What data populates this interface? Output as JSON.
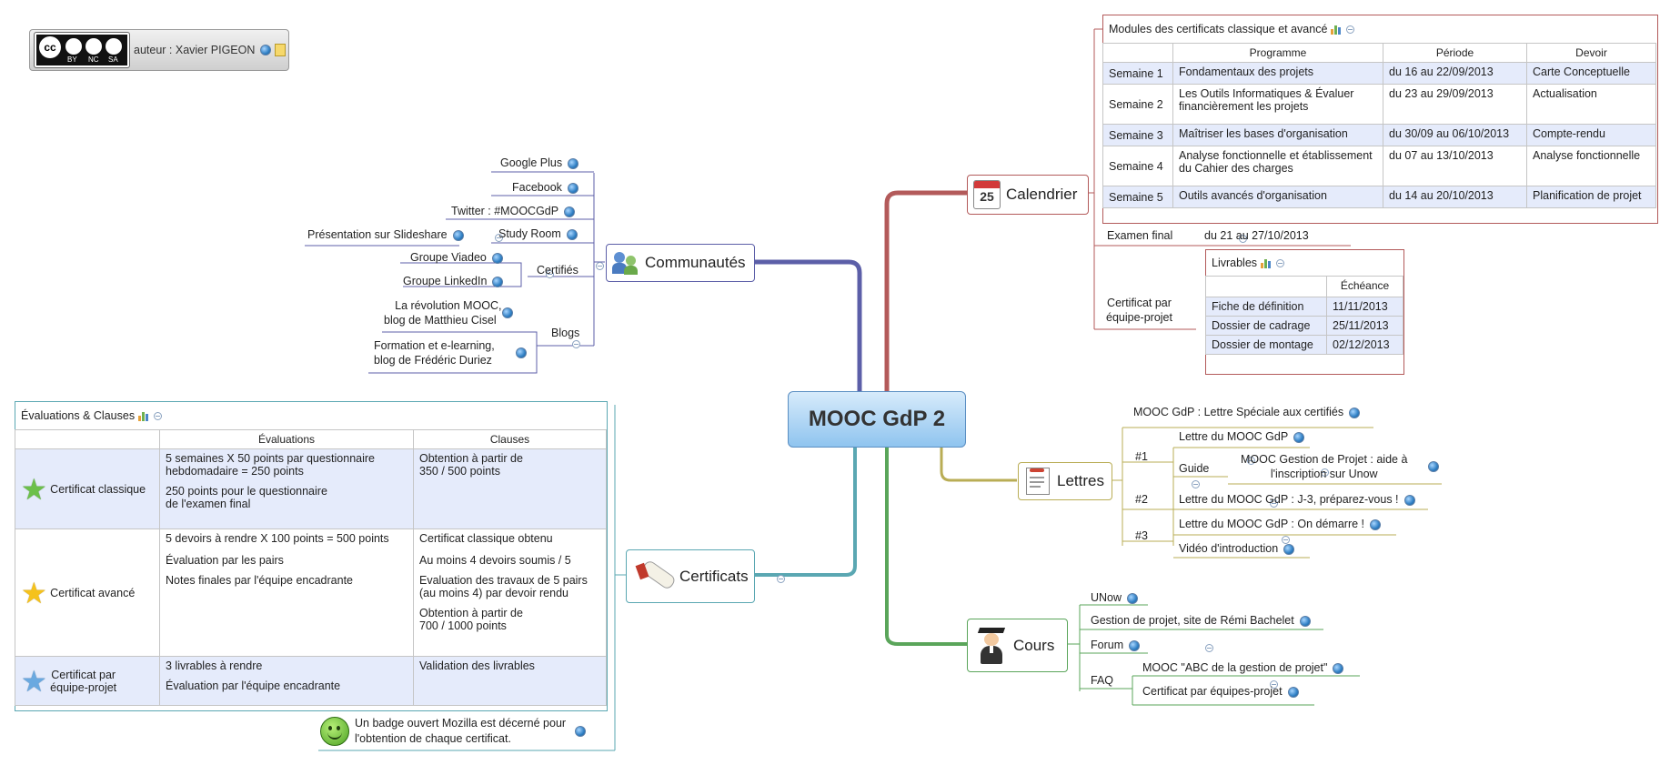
{
  "license": {
    "cc_text": "cc",
    "author": "auteur : Xavier PIGEON",
    "tags": [
      "BY",
      "NC",
      "SA"
    ]
  },
  "central": "MOOC GdP 2",
  "communautes": {
    "title": "Communautés",
    "google_plus": "Google Plus",
    "facebook": "Facebook",
    "twitter": "Twitter : #MOOCGdP",
    "slideshare": "Présentation sur Slideshare",
    "study_room": "Study Room",
    "groupe_viadeo": "Groupe Viadeo",
    "certifies": "Certifiés",
    "groupe_linkedin": "Groupe LinkedIn",
    "blog1_line1": "La révolution MOOC,",
    "blog1_line2": "blog de Matthieu Cisel",
    "blogs": "Blogs",
    "blog2_line1": "Formation et e-learning,",
    "blog2_line2": "blog de Frédéric Duriez"
  },
  "calendrier": {
    "title": "Calendrier",
    "icon_day": "25",
    "table_title": "Modules des certificats classique et avancé",
    "headers": [
      "",
      "Programme",
      "Période",
      "Devoir"
    ],
    "rows": [
      [
        "Semaine 1",
        "Fondamentaux des projets",
        "du 16 au 22/09/2013",
        "Carte Conceptuelle"
      ],
      [
        "Semaine 2",
        "Les Outils Informatiques & Évaluer financièrement les projets",
        "du 23 au 29/09/2013",
        "Actualisation"
      ],
      [
        "Semaine 3",
        "Maîtriser les bases d'organisation",
        "du 30/09 au 06/10/2013",
        "Compte-rendu"
      ],
      [
        "Semaine 4",
        "Analyse fonctionnelle et établissement du Cahier des charges",
        "du 07 au 13/10/2013",
        "Analyse fonctionnelle"
      ],
      [
        "Semaine 5",
        "Outils avancés d'organisation",
        "du 14 au 20/10/2013",
        "Planification de projet"
      ]
    ],
    "examen_label": "Examen final",
    "examen_date": "du 21 au 27/10/2013",
    "certificat_line1": "Certificat par",
    "certificat_line2": "équipe-projet",
    "livrables_title": "Livrables",
    "livrables_header": "Échéance",
    "livrables": [
      [
        "Fiche de définition",
        "11/11/2013"
      ],
      [
        "Dossier de cadrage",
        "25/11/2013"
      ],
      [
        "Dossier de montage",
        "02/12/2013"
      ]
    ]
  },
  "lettres": {
    "title": "Lettres",
    "speciale": "MOOC GdP : Lettre Spéciale aux certifiés",
    "n1": "#1",
    "lettre_du_mooc": "Lettre du MOOC GdP",
    "guide": "Guide",
    "guide_text_line1": "MOOC Gestion de Projet : aide à",
    "guide_text_line2": "l'inscription sur Unow",
    "n2": "#2",
    "lettre_j3": "Lettre du MOOC GdP : J-3, préparez-vous !",
    "n3": "#3",
    "lettre_demarre": "Lettre du MOOC GdP : On démarre !",
    "video": "Vidéo d'introduction"
  },
  "cours": {
    "title": "Cours",
    "unow": "UNow",
    "gestion": "Gestion de projet, site de Rémi Bachelet",
    "forum": "Forum",
    "faq": "FAQ",
    "abc": "MOOC \"ABC de la gestion de projet\"",
    "cert_equipes": "Certificat par équipes-projet"
  },
  "certificats": {
    "title": "Certificats",
    "table_title": "Évaluations & Clauses",
    "col_eval": "Évaluations",
    "col_clauses": "Clauses",
    "classique_label": "Certificat classique",
    "classique_eval1_line1": "5 semaines X 50 points par questionnaire",
    "classique_eval1_line2": "hebdomadaire = 250 points",
    "classique_eval2_line1": "250 points pour le questionnaire",
    "classique_eval2_line2": "de l'examen final",
    "classique_clause_line1": "Obtention à partir de",
    "classique_clause_line2": "350 / 500 points",
    "avance_label": "Certificat avancé",
    "avance_eval1": "5 devoirs à rendre X 100 points = 500 points",
    "avance_eval2": "Évaluation par les pairs",
    "avance_eval3": "Notes finales par l'équipe encadrante",
    "avance_clause1": "Certificat classique obtenu",
    "avance_clause2": "Au moins 4 devoirs soumis / 5",
    "avance_clause3_line1": "Evaluation des travaux de 5 pairs",
    "avance_clause3_line2": "(au moins 4) par devoir rendu",
    "avance_clause4_line1": "Obtention à partir de",
    "avance_clause4_line2": "700 / 1000 points",
    "equipe_label_line1": "Certificat par",
    "equipe_label_line2": "équipe-projet",
    "equipe_eval1": "3 livrables à rendre",
    "equipe_eval2": "Évaluation par l'équipe encadrante",
    "equipe_clause": "Validation des livrables",
    "badge_line1": "Un badge ouvert Mozilla est décerné pour",
    "badge_line2": "l'obtention de chaque certificat."
  },
  "colors": {
    "communautes_branch": "#5c5fa8",
    "calendrier_branch": "#b35a5a",
    "lettres_branch": "#b9ad55",
    "cours_branch": "#5aa55a",
    "certificats_branch": "#5aa7b2",
    "central_fill": "#a9d2f4"
  }
}
